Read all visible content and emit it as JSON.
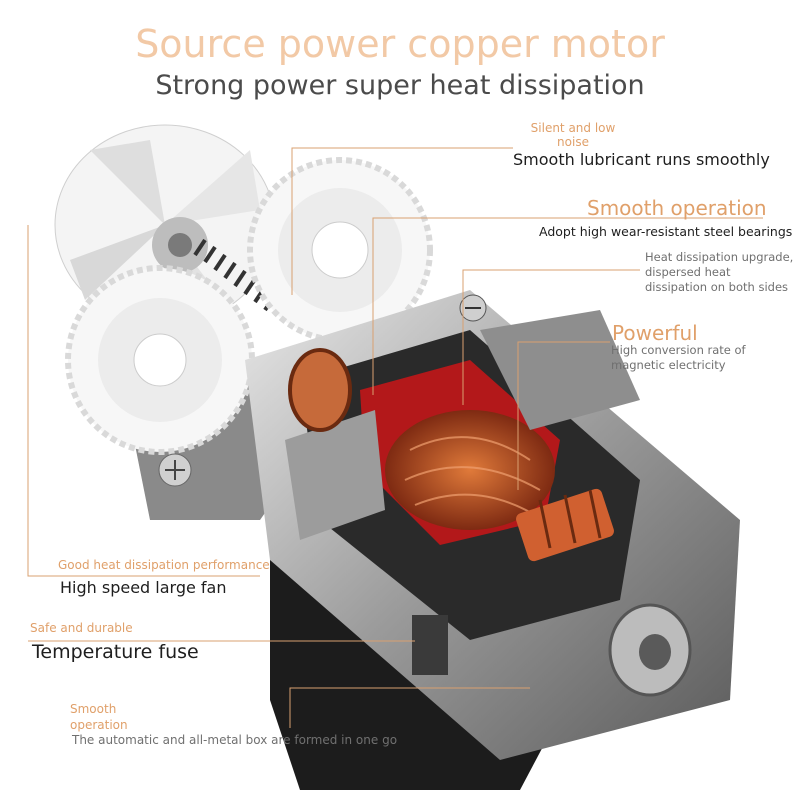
{
  "header": {
    "title": "Source power copper motor",
    "subtitle": "Strong power super heat dissipation"
  },
  "callouts": {
    "silent": {
      "tag": "Silent and low noise",
      "desc": "Smooth lubricant runs smoothly"
    },
    "smooth_bearing": {
      "tag": "Smooth operation",
      "desc": "Adopt high wear-resistant steel bearings"
    },
    "heat": {
      "desc": "Heat dissipation upgrade, dispersed heat dissipation on both sides"
    },
    "powerful": {
      "tag": "Powerful",
      "desc": "High conversion rate of magnetic electricity"
    },
    "fan": {
      "tag": "Good heat dissipation performance",
      "desc": "High speed large fan"
    },
    "fuse": {
      "tag": "Safe and durable",
      "desc": "Temperature fuse"
    },
    "box": {
      "tag": "Smooth operation",
      "desc": "The automatic and all-metal box are formed in one go"
    }
  },
  "colors": {
    "title": "#f2c9a6",
    "accent": "#e0a06a",
    "copper": "#c85a2a",
    "rotor_red": "#b3181a"
  }
}
